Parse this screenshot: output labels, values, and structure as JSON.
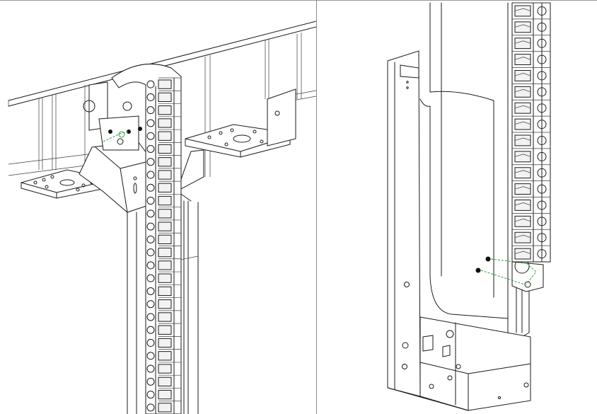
{
  "figure": {
    "panels": [
      {
        "id": "left",
        "chain_links": 26
      },
      {
        "id": "right",
        "chain_links": 16
      }
    ],
    "colors": {
      "line": "#1a1a1a",
      "guide": "#2e9e3a",
      "background": "#ffffff",
      "frame": "#8a8a8a"
    }
  }
}
